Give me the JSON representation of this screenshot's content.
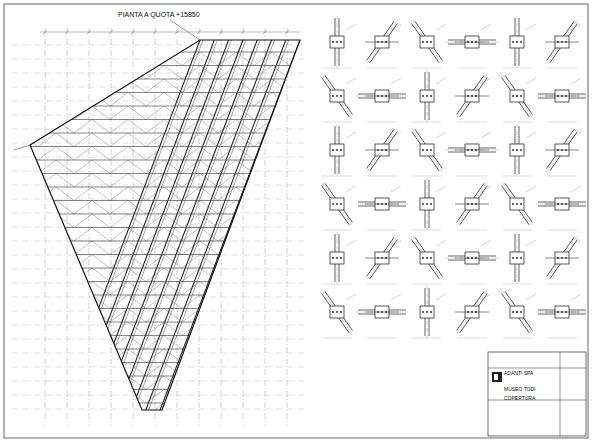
{
  "diagram": {
    "title": "PIANTA A QUOTA +15850",
    "nodes": [
      {
        "text": [
          "ADANTI SPA",
          "MUSEO TODI",
          "COPERTURA"
        ]
      }
    ]
  }
}
